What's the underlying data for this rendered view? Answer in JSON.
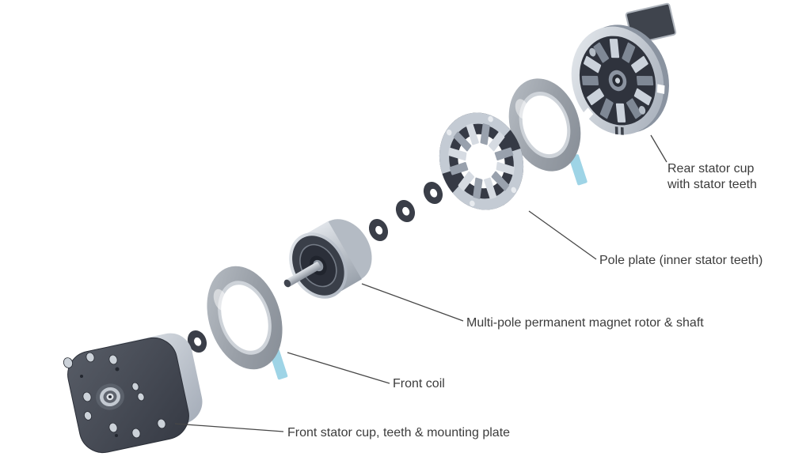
{
  "labels": {
    "rear_stator_cup": "Rear stator cup with stator teeth",
    "pole_plate": "Pole plate (inner stator teeth)",
    "rotor_shaft": "Multi-pole permanent magnet rotor & shaft",
    "front_coil": "Front coil",
    "front_stator_cup": "Front stator cup, teeth & mounting plate"
  },
  "parts": [
    "terminal-block",
    "rear-stator-cup",
    "rear-coil",
    "pole-plate",
    "spacer-washers",
    "rotor-and-shaft",
    "front-coil",
    "front-stator-cup-mounting-plate"
  ],
  "colors": {
    "background": "#ffffff",
    "label_text": "#3c3c3c",
    "leader_line": "#474747",
    "metal_light": "#c9cfd8",
    "metal_dark": "#363a44",
    "coil_gray": "#9aa0a8",
    "coil_terminal_teal": "#9ed4e6"
  }
}
